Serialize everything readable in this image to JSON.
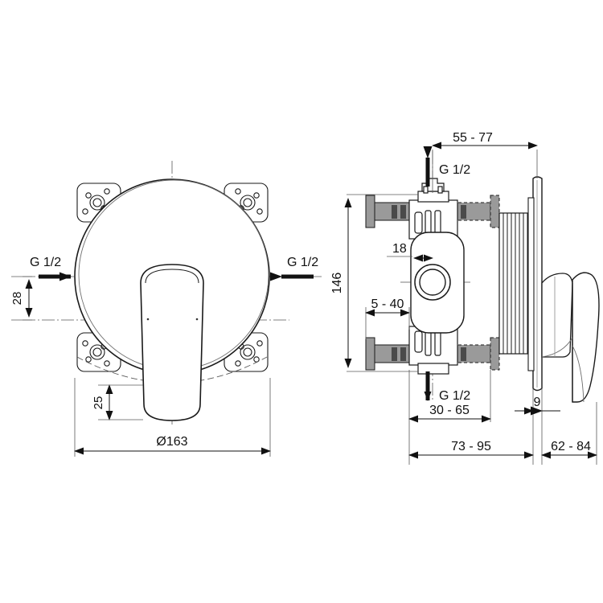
{
  "drawing": {
    "title": "Concealed single-lever bath/shower mixer - technical dimension drawing",
    "background_color": "#ffffff",
    "line_color": "#1a1a1a",
    "thin_line_color": "#555555",
    "fill_gray_dark": "#4d4d4d",
    "fill_gray_mid": "#8c8c8c",
    "fill_gray_light": "#b3b3b3"
  },
  "front_view": {
    "name": "front-view",
    "labels": {
      "inlet_left": "G 1/2",
      "inlet_right": "G 1/2",
      "offset_vertical": "28",
      "lever_height": "25",
      "diameter": "Ø163"
    }
  },
  "side_view": {
    "name": "side-section-view",
    "labels": {
      "top_span": "55 - 77",
      "inlet_top": "G 1/2",
      "inlet_bottom": "G 1/2",
      "body_height": "146",
      "offset_18": "18",
      "depth_range": "5 - 40",
      "lower_span": "30 - 65",
      "plate_thickness": "9",
      "total_wall": "73 - 95",
      "projection": "62 - 84"
    }
  }
}
